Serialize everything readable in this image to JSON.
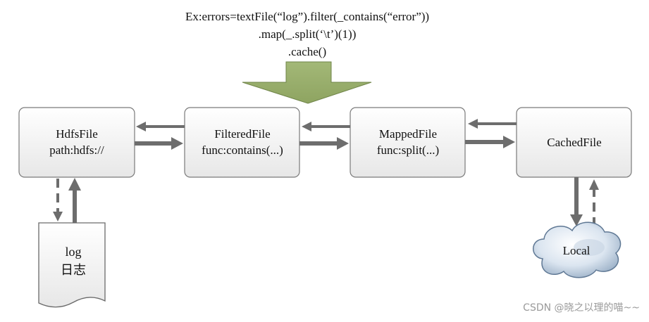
{
  "code": {
    "line1": "Ex:errors=textFile(“log”).filter(_contains(“error”))",
    "line2": ".map(_.split(‘\\t’)(1))",
    "line3": ".cache()"
  },
  "nodes": {
    "hdfs": {
      "line1": "HdfsFile",
      "line2": "path:hdfs://"
    },
    "filtered": {
      "line1": "FilteredFile",
      "line2": "func:contains(...)"
    },
    "mapped": {
      "line1": "MappedFile",
      "line2": "func:split(...)"
    },
    "cached": {
      "line1": "CachedFile"
    }
  },
  "log_document": {
    "line1": "log",
    "line2": "日志"
  },
  "local_cloud": {
    "label": "Local"
  },
  "watermark": "CSDN @晓之以理的喵~~",
  "colors": {
    "big_arrow": "#8ea461",
    "node_border": "#7a7a7a",
    "connector": "#6d6d6d"
  }
}
